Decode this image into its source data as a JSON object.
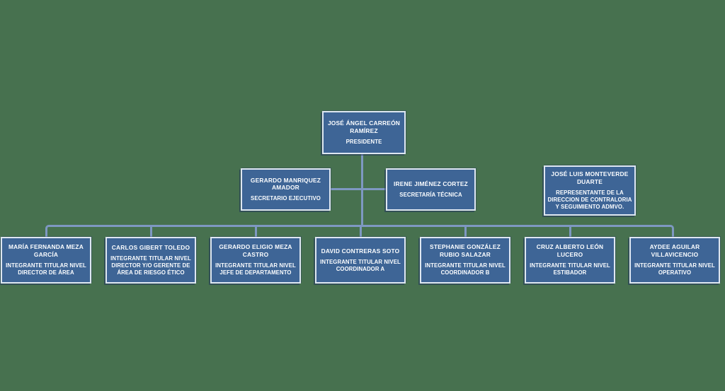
{
  "colors": {
    "background": "#47714F",
    "box_fill": "#3E6596",
    "box_border": "#DEE7F1",
    "connector": "#7E98C2",
    "text": "#FBFDFF"
  },
  "org": {
    "president": {
      "name": "JOSÉ ÁNGEL CARREÓN RAMÍREZ",
      "role": "PRESIDENTE"
    },
    "level2": [
      {
        "name": "GERARDO MANRIQUEZ AMADOR",
        "role": "SECRETARIO EJECUTIVO"
      },
      {
        "name": "IRENE JIMÉNEZ CORTEZ",
        "role": "SECRETARÍA TÉCNICA"
      },
      {
        "name": "JOSÉ LUIS MONTEVERDE DUARTE",
        "role": "REPRESENTANTE DE LA DIRECCION DE CONTRALORIA Y SEGUIMIENTO ADMVO."
      }
    ],
    "level3": [
      {
        "name": "MARÍA FERNANDA MEZA GARCÍA",
        "role": "INTEGRANTE TITULAR NIVEL DIRECTOR DE ÁREA"
      },
      {
        "name": "CARLOS GIBERT TOLEDO",
        "role": "INTEGRANTE TITULAR NIVEL DIRECTOR Y/O GERENTE DE ÁREA DE RIESGO ÉTICO"
      },
      {
        "name": "GERARDO ELIGIO MEZA CASTRO",
        "role": "INTEGRANTE TITULAR NIVEL JEFE DE DEPARTAMENTO"
      },
      {
        "name": "DAVID CONTRERAS SOTO",
        "role": "INTEGRANTE TITULAR NIVEL COORDINADOR A"
      },
      {
        "name": "STEPHANIE GONZÁLEZ RUBIO SALAZAR",
        "role": "INTEGRANTE TITULAR NIVEL COORDINADOR B"
      },
      {
        "name": "CRUZ ALBERTO LEÓN LUCERO",
        "role": "INTEGRANTE TITULAR NIVEL ESTIBADOR"
      },
      {
        "name": "AYDEE AGUILAR VILLAVICENCIO",
        "role": "INTEGRANTE TITULAR NIVEL OPERATIVO"
      }
    ]
  }
}
